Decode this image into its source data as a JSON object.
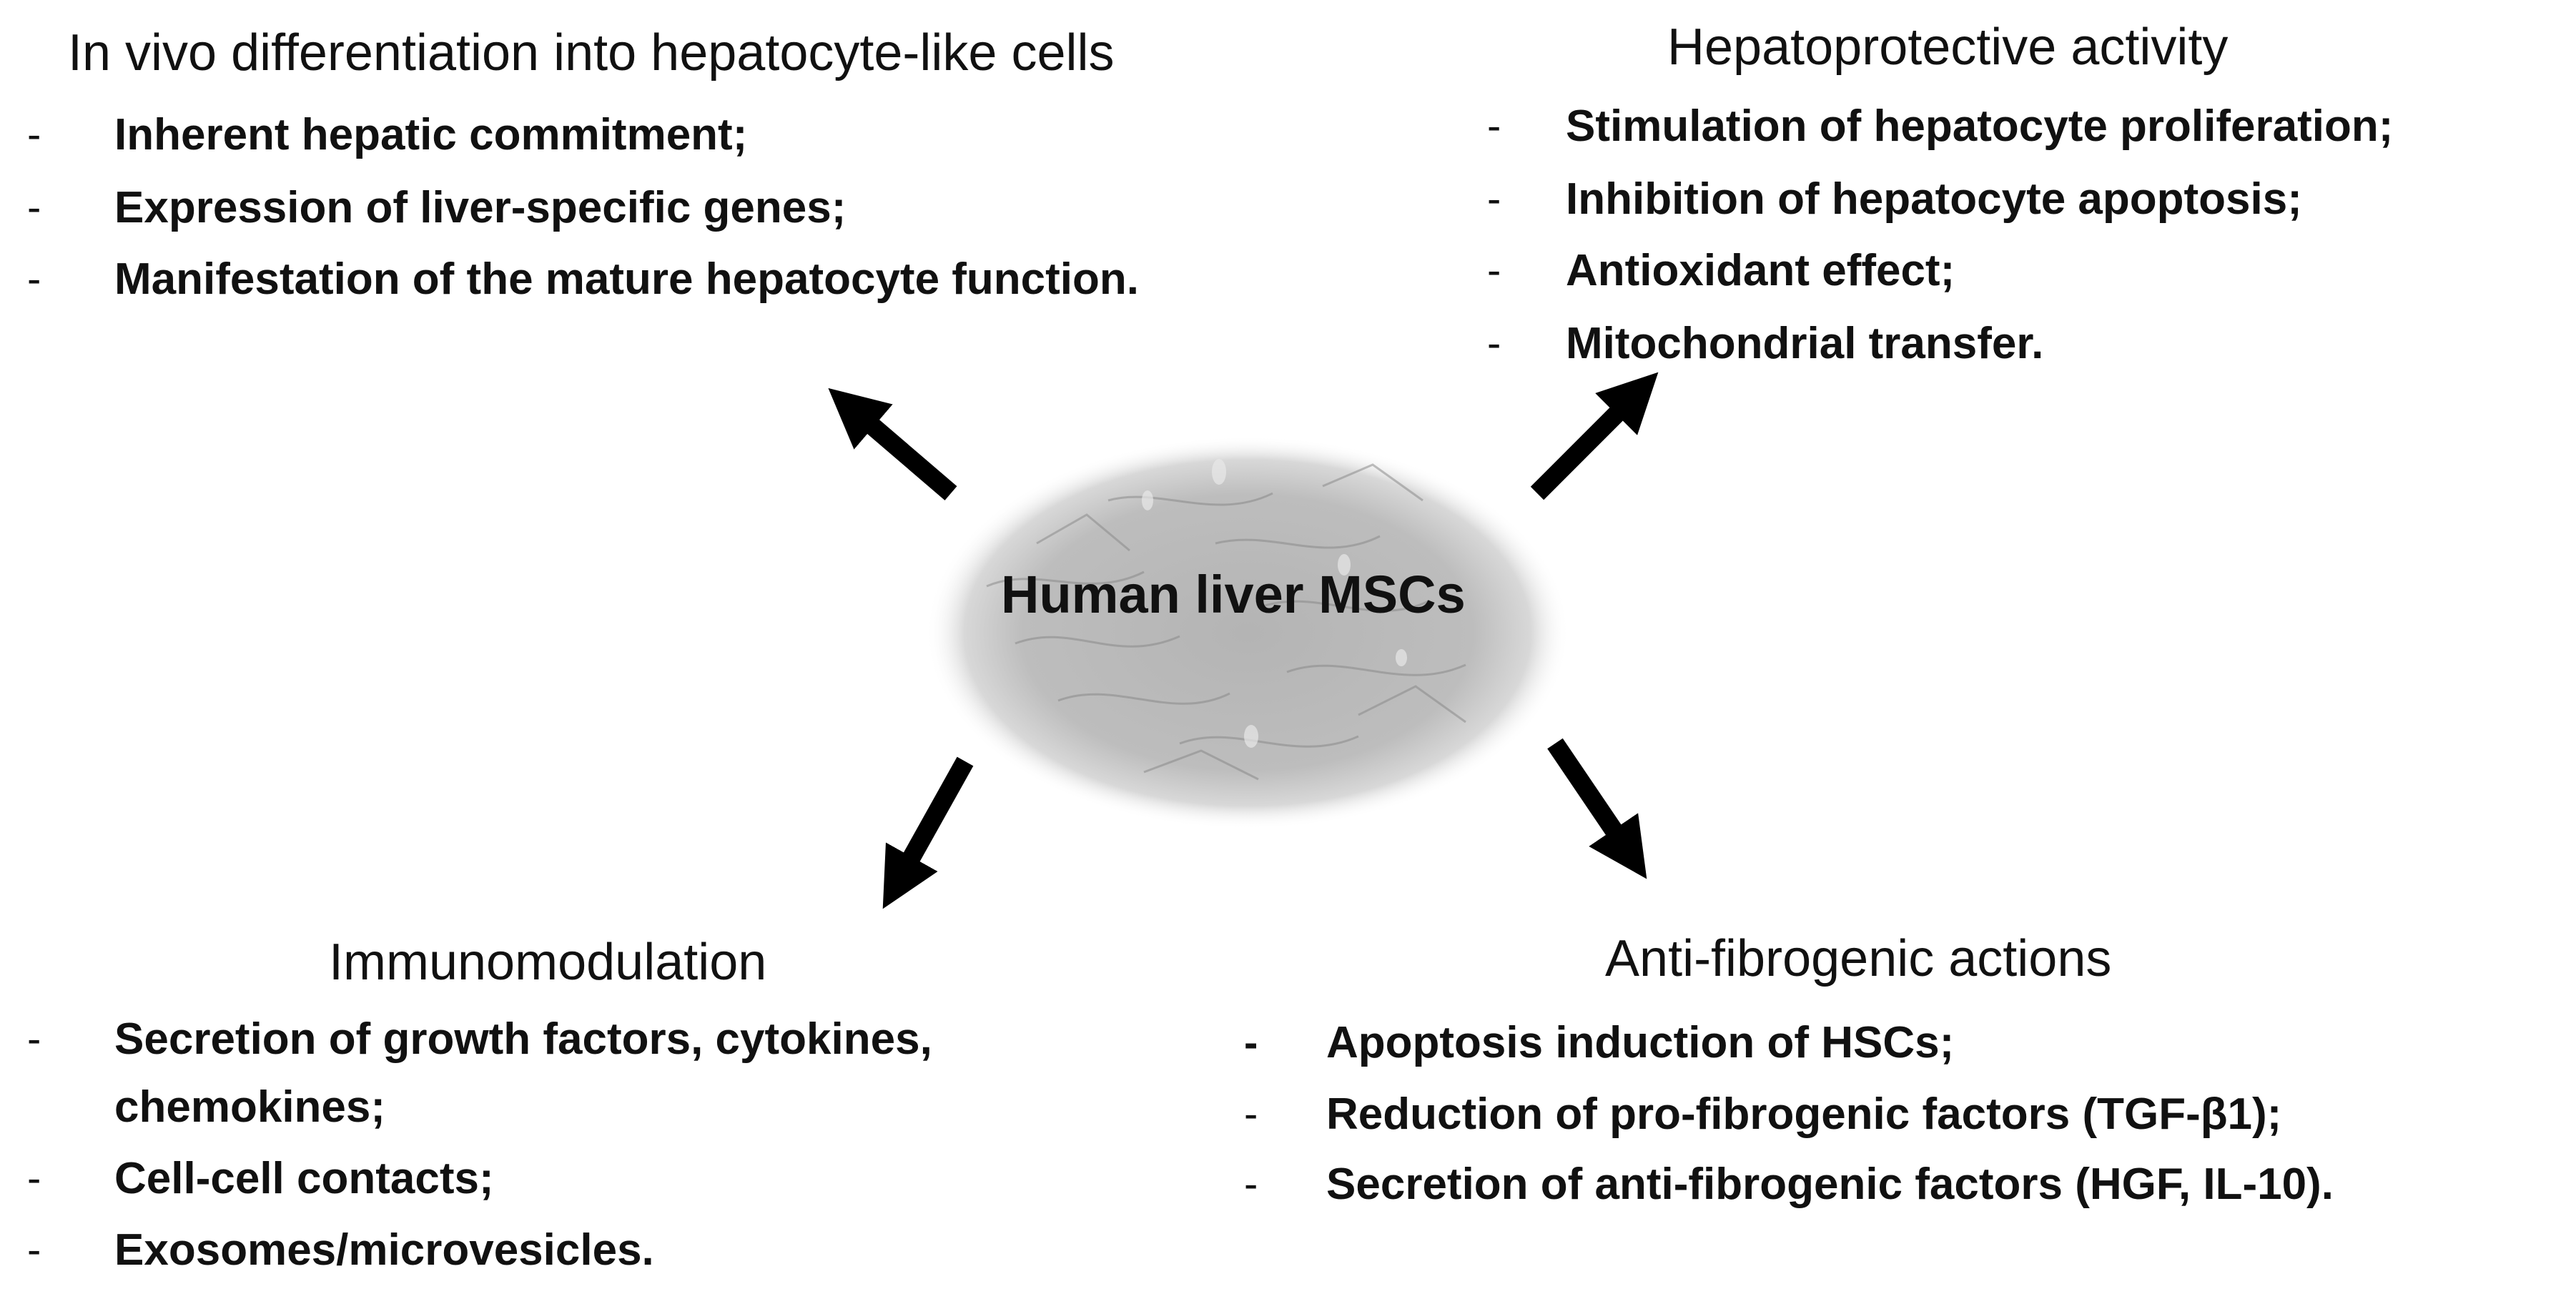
{
  "center": {
    "label": "Human liver MSCs",
    "image": "cultured-mesenchymal-stem-cells-micrograph"
  },
  "sections": {
    "top_left": {
      "heading": "In vivo differentiation into hepatocyte-like cells",
      "items": [
        "Inherent hepatic commitment;",
        "Expression of liver-specific genes;",
        "Manifestation of the mature hepatocyte function."
      ]
    },
    "top_right": {
      "heading": "Hepatoprotective activity",
      "items": [
        "Stimulation of hepatocyte proliferation;",
        "Inhibition of hepatocyte apoptosis;",
        "Antioxidant effect;",
        "Mitochondrial transfer."
      ]
    },
    "bottom_left": {
      "heading": "Immunomodulation",
      "items": [
        "Secretion of growth factors, cytokines,",
        "chemokines;",
        "Cell-cell contacts;",
        "Exosomes/microvesicles."
      ]
    },
    "bottom_right": {
      "heading": "Anti-fibrogenic actions",
      "items": [
        "Apoptosis induction of HSCs;",
        "Reduction of pro-fibrogenic factors (TGF-β1);",
        "Secretion of anti-fibrogenic factors (HGF, IL-10)."
      ]
    }
  },
  "bullet_marker": "-",
  "colors": {
    "text": "#111111",
    "arrow": "#000000",
    "cell_image_base": "#b9b9b9"
  }
}
